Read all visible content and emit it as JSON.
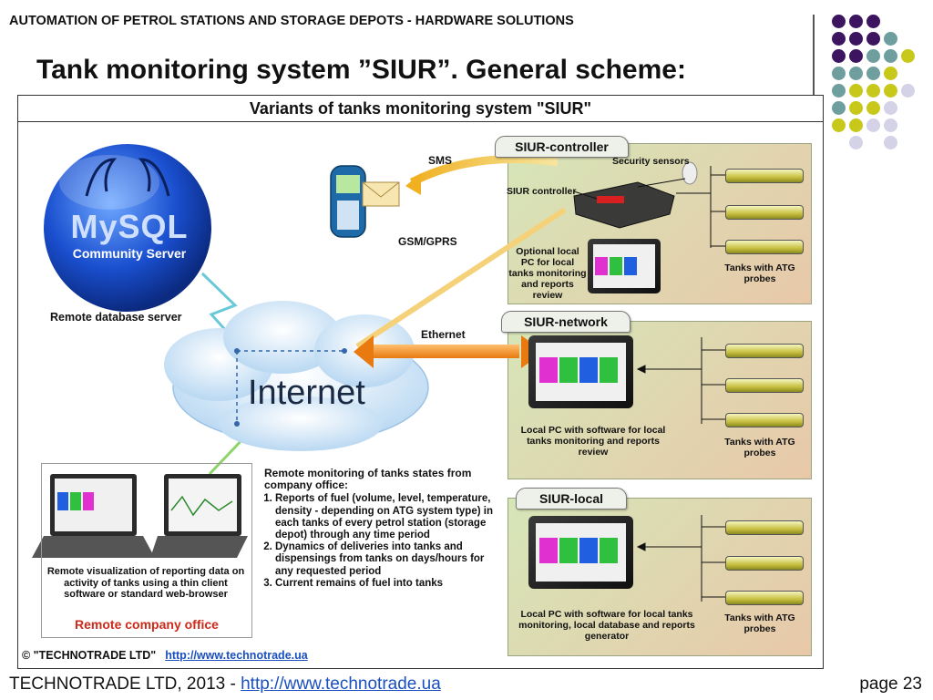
{
  "header": {
    "top_text": "AUTOMATION OF PETROL STATIONS AND STORAGE DEPOTS - HARDWARE SOLUTIONS",
    "title": "Tank monitoring system ”SIUR”. General scheme:"
  },
  "decor_dots": {
    "colors": {
      "purple": "#3d1460",
      "teal": "#6f9e9e",
      "olive": "#c8c81a",
      "lavender": "#d4d2e6"
    }
  },
  "diagram": {
    "title": "Variants of tanks monitoring system \"SIUR\"",
    "mysql": {
      "logo": "MySQL",
      "subtitle": "Community Server",
      "label": "Remote database server"
    },
    "internet_label": "Internet",
    "links": {
      "sms": "SMS",
      "gsm": "GSM/GPRS",
      "ethernet": "Ethernet"
    },
    "controller": {
      "tab": "SIUR-controller",
      "security_sensors": "Security sensors",
      "siur_controller": "SIUR controller",
      "pc_label": "Optional local PC for local tanks monitoring and reports review",
      "tanks_label": "Tanks with ATG probes"
    },
    "network": {
      "tab": "SIUR-network",
      "pc_label": "Local PC with software for local tanks monitoring and reports review",
      "tanks_label": "Tanks with ATG probes"
    },
    "local": {
      "tab": "SIUR-local",
      "pc_label": "Local PC with software for local tanks monitoring, local database and reports generator",
      "tanks_label": "Tanks with ATG probes"
    },
    "remote_monitoring": {
      "heading": "Remote monitoring of tanks states from company office:",
      "items": [
        "Reports of fuel (volume, level, temperature, density - depending on ATG system type) in each tanks of every petrol station (storage depot) through any time period",
        "Dynamics of deliveries into tanks and dispensings from tanks on days/hours for any requested period",
        "Current remains of fuel into tanks"
      ]
    },
    "office": {
      "caption": "Remote visualization of reporting data on activity of tanks using a thin client software or standard web-browser",
      "title": "Remote company office",
      "title_color": "#cc2a1a"
    },
    "copyright": "© \"TECHNOTRADE LTD\"",
    "copyright_url": "http://www.technotrade.ua"
  },
  "footer": {
    "left_text": "TECHNOTRADE LTD, 2013 - ",
    "link": "http://www.technotrade.ua",
    "page": "page 23"
  }
}
